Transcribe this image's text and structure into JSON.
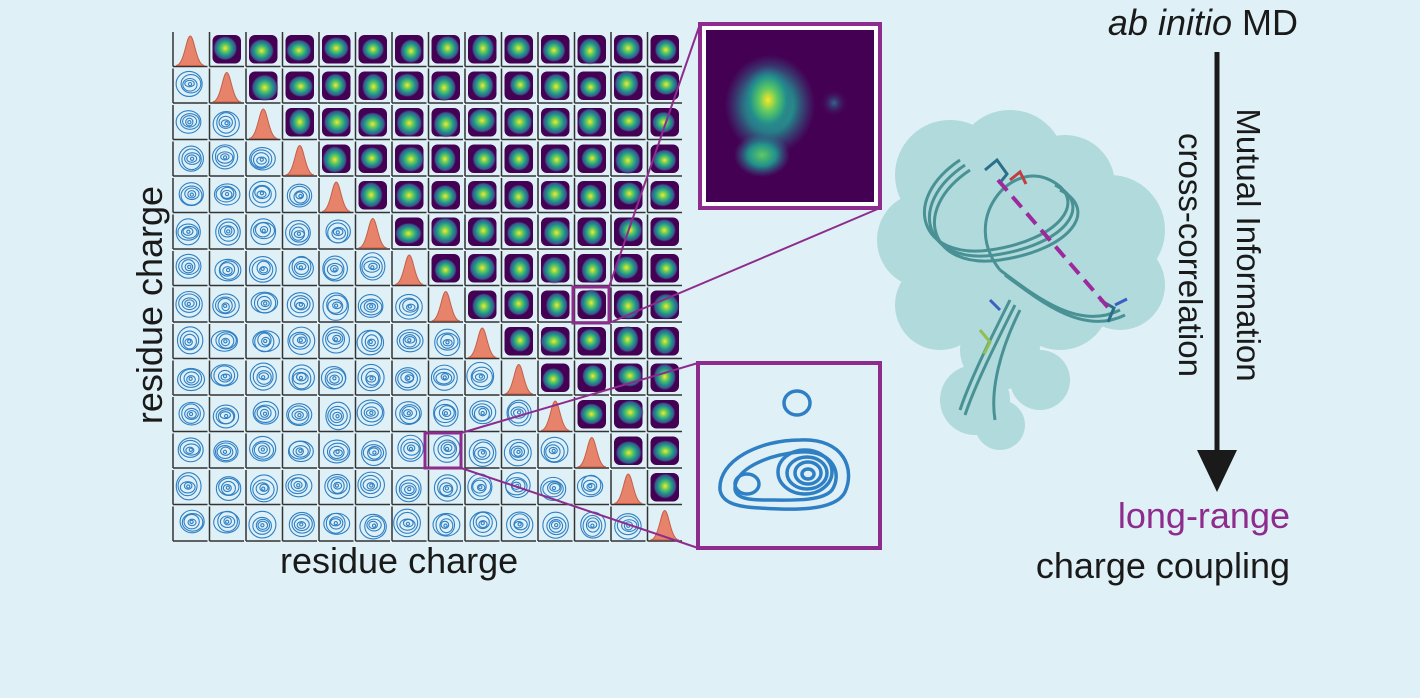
{
  "figure": {
    "title_prefix": "ab initio",
    "title_suffix": " MD",
    "x_axis_label": "residue charge",
    "y_axis_label": "residue charge",
    "arrow_text_1": "Mutual Information",
    "arrow_text_2": "cross-correlation",
    "result_line_1": "long-range",
    "result_line_2": "charge coupling"
  },
  "colors": {
    "background": "#dff1f7",
    "accent": "#8e2c8e",
    "contour": "#2f7fc4",
    "histogram": "#e8836b",
    "heatmap_low": "#440154",
    "heatmap_high": "#fde725",
    "text": "#1a1a1a"
  },
  "grid": {
    "n": 14
  }
}
